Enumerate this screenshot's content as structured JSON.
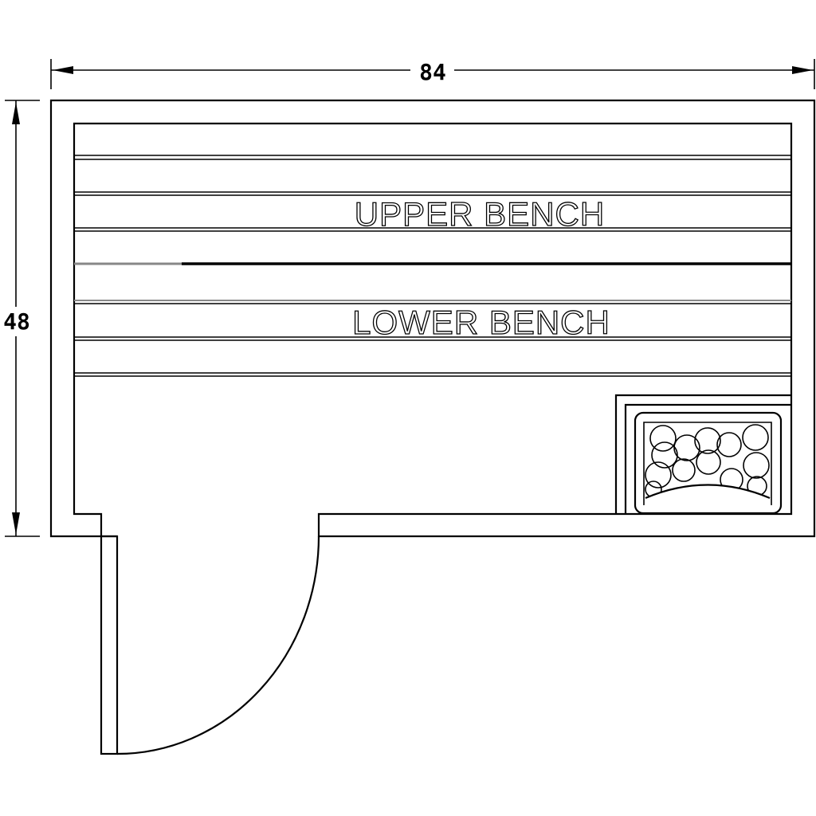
{
  "dimensions": {
    "width": "84",
    "depth": "48"
  },
  "labels": {
    "upper_bench": "UPPER BENCH",
    "lower_bench": "LOWER BENCH"
  },
  "colors": {
    "line": "#000000",
    "background": "#ffffff"
  }
}
